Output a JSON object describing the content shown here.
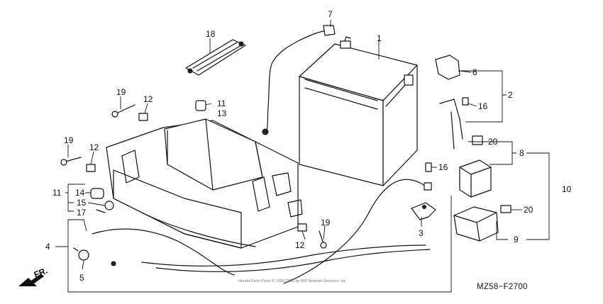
{
  "diagram": {
    "callouts": {
      "n1": "1",
      "n2": "2",
      "n3": "3",
      "n4": "4",
      "n5": "5",
      "n6": "6",
      "n7": "7",
      "n8": "8",
      "n9": "9",
      "n10": "10",
      "n11a": "11",
      "n11b": "11",
      "n12a": "12",
      "n12b": "12",
      "n12c": "12",
      "n13": "13",
      "n14": "14",
      "n15": "15",
      "n16a": "16",
      "n16b": "16",
      "n17": "17",
      "n18": "18",
      "n19a": "19",
      "n19b": "19",
      "n19c": "19",
      "n20a": "20",
      "n20b": "20"
    },
    "front_label": "FR.",
    "diagram_code": "MZ58−F2700",
    "watermark": "Honda Parts Fiche © 1990-2016 by ARI Network Services, Inc."
  }
}
